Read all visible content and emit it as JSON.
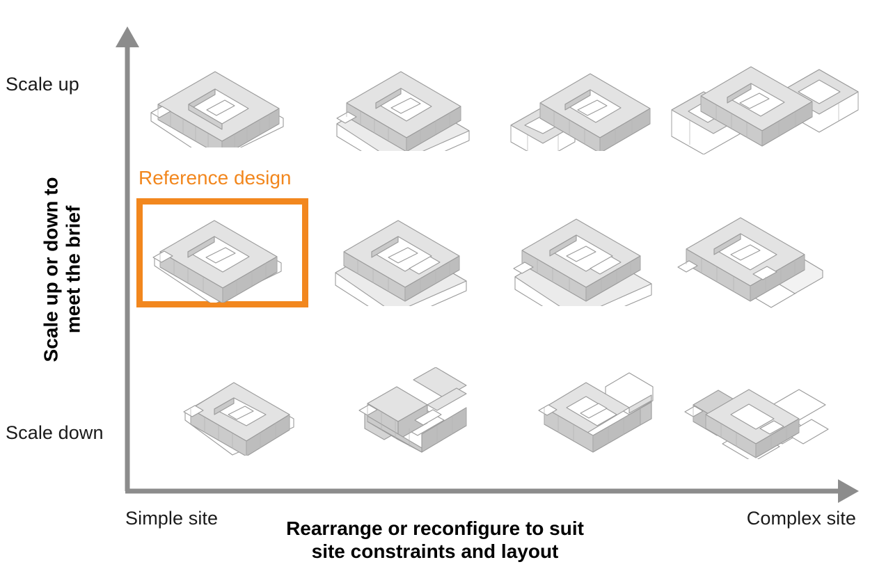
{
  "diagram": {
    "title": "Design adaptability matrix",
    "type": "2x-axis matrix of isometric building massing options",
    "background_color": "#ffffff",
    "accent_color": "#F2871E",
    "axis_color": "#8c8c8c",
    "building_color": "#9a9a9a"
  },
  "y_axis": {
    "title": "Scale up or down to\nmeet the brief",
    "top_label": "Scale up",
    "bottom_label": "Scale down"
  },
  "x_axis": {
    "title": "Rearrange or reconfigure to suit\nsite constraints and layout",
    "left_label": "Simple site",
    "right_label": "Complex site"
  },
  "callout": {
    "label": "Reference design",
    "color": "#F2871E",
    "highlights_cell": "row-middle-column-1"
  },
  "grid": {
    "rows": [
      {
        "row_name": "scale-up",
        "cells": [
          {
            "id": "r1c1",
            "shape": "rectangular-courtyard-block",
            "complexity": 1
          },
          {
            "id": "r1c2",
            "shape": "rectangular-courtyard-with-podium",
            "complexity": 2
          },
          {
            "id": "r1c3",
            "shape": "l-shaped-courtyard-block",
            "complexity": 3
          },
          {
            "id": "r1c4",
            "shape": "multi-wing-linked-courtyard-block",
            "complexity": 4
          }
        ]
      },
      {
        "row_name": "reference",
        "cells": [
          {
            "id": "r2c1",
            "shape": "rectangular-courtyard-block",
            "complexity": 1
          },
          {
            "id": "r2c2",
            "shape": "rectangular-courtyard-with-podium",
            "complexity": 2
          },
          {
            "id": "r2c3",
            "shape": "rectangular-courtyard-with-wide-podium",
            "complexity": 3
          },
          {
            "id": "r2c4",
            "shape": "courtyard-block-with-stepped-annex",
            "complexity": 4
          }
        ]
      },
      {
        "row_name": "scale-down",
        "cells": [
          {
            "id": "r3c1",
            "shape": "square-courtyard-block",
            "complexity": 1
          },
          {
            "id": "r3c2",
            "shape": "u-shaped-block",
            "complexity": 2
          },
          {
            "id": "r3c3",
            "shape": "c-shaped-open-courtyard-block",
            "complexity": 3
          },
          {
            "id": "r3c4",
            "shape": "fragmented-terraced-block",
            "complexity": 4
          }
        ]
      }
    ]
  }
}
